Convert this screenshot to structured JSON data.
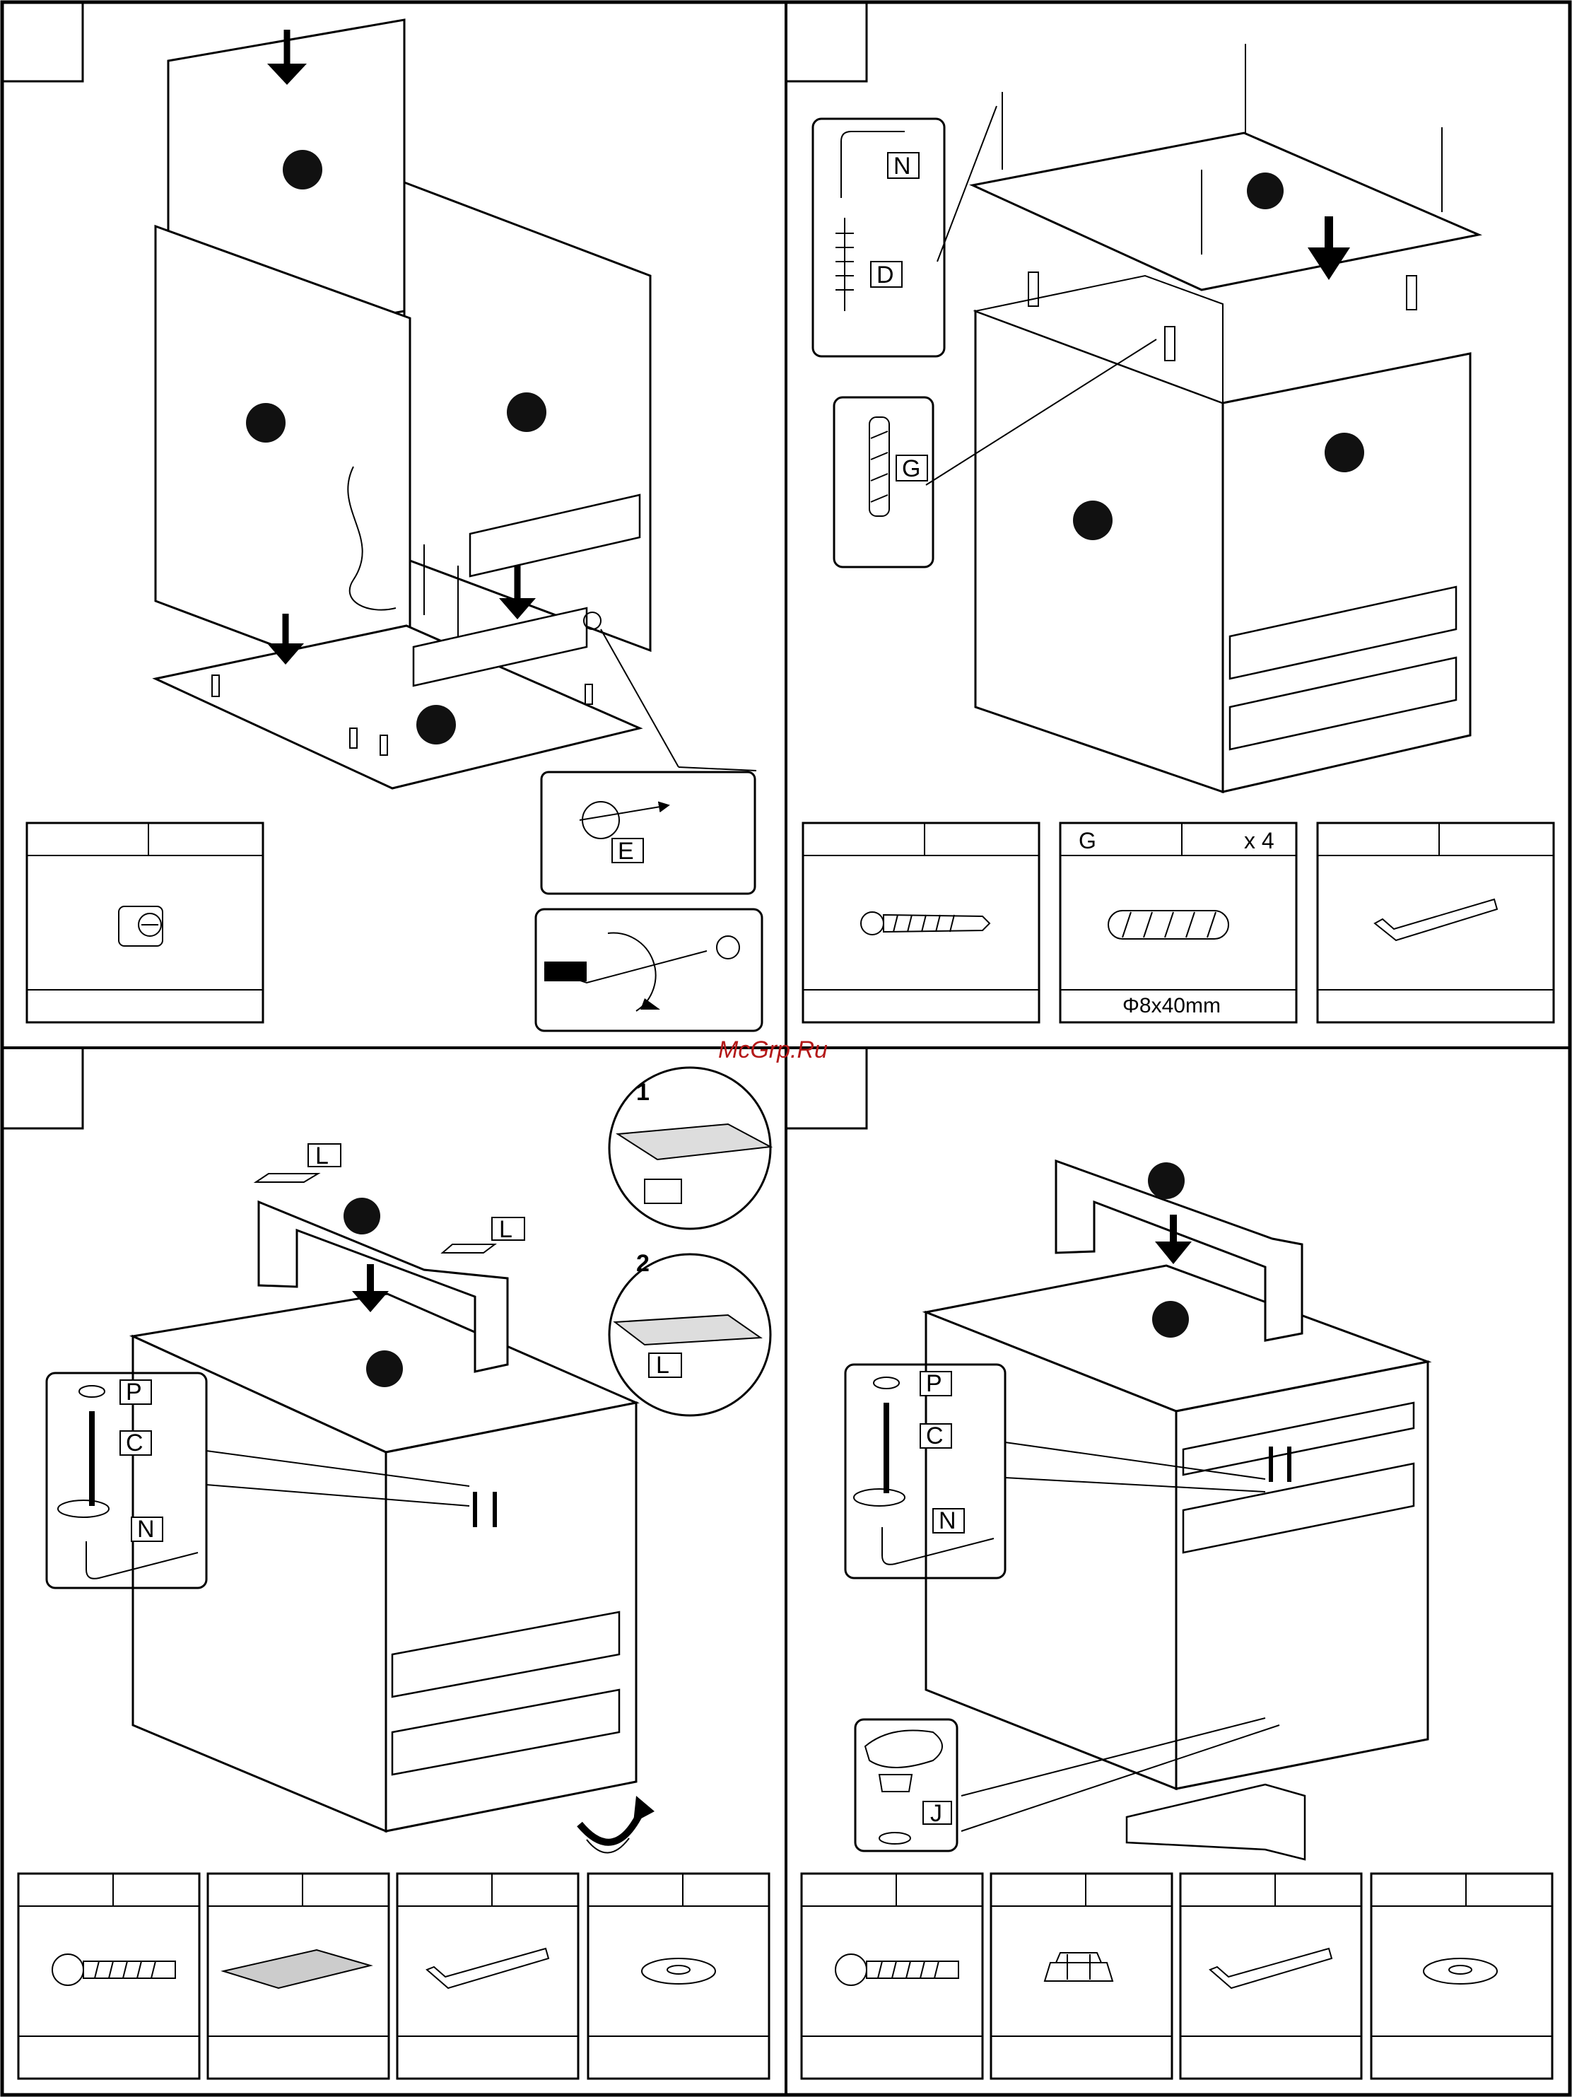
{
  "watermark": "McGrp.Ru",
  "steps": [
    {
      "panel": "top-left",
      "callouts": [
        "E"
      ],
      "parts": [
        {
          "code": "",
          "qty": "",
          "size": "",
          "icon": "cam-lock-icon"
        }
      ]
    },
    {
      "panel": "top-right",
      "callouts": [
        "N",
        "D",
        "G"
      ],
      "parts": [
        {
          "code": "",
          "qty": "",
          "size": "",
          "icon": "screw-icon"
        },
        {
          "code": "G",
          "qty": "x 4",
          "size": "Φ8x40mm",
          "icon": "dowel-icon"
        },
        {
          "code": "",
          "qty": "",
          "size": "",
          "icon": "allen-key-icon"
        }
      ]
    },
    {
      "panel": "bottom-left",
      "callouts": [
        "L",
        "L",
        "P",
        "C",
        "N"
      ],
      "subSteps": [
        "1",
        "2"
      ],
      "subLabel": "L",
      "parts": [
        {
          "code": "",
          "qty": "",
          "size": "",
          "icon": "bolt-icon"
        },
        {
          "code": "",
          "qty": "",
          "size": "",
          "icon": "felt-pad-icon"
        },
        {
          "code": "",
          "qty": "",
          "size": "",
          "icon": "allen-key-icon"
        },
        {
          "code": "",
          "qty": "",
          "size": "",
          "icon": "washer-icon"
        }
      ]
    },
    {
      "panel": "bottom-right",
      "callouts": [
        "P",
        "C",
        "N",
        "J"
      ],
      "parts": [
        {
          "code": "",
          "qty": "",
          "size": "",
          "icon": "bolt-icon"
        },
        {
          "code": "",
          "qty": "",
          "size": "",
          "icon": "leveling-foot-icon"
        },
        {
          "code": "",
          "qty": "",
          "size": "",
          "icon": "allen-key-icon"
        },
        {
          "code": "",
          "qty": "",
          "size": "",
          "icon": "washer-icon"
        }
      ]
    }
  ]
}
